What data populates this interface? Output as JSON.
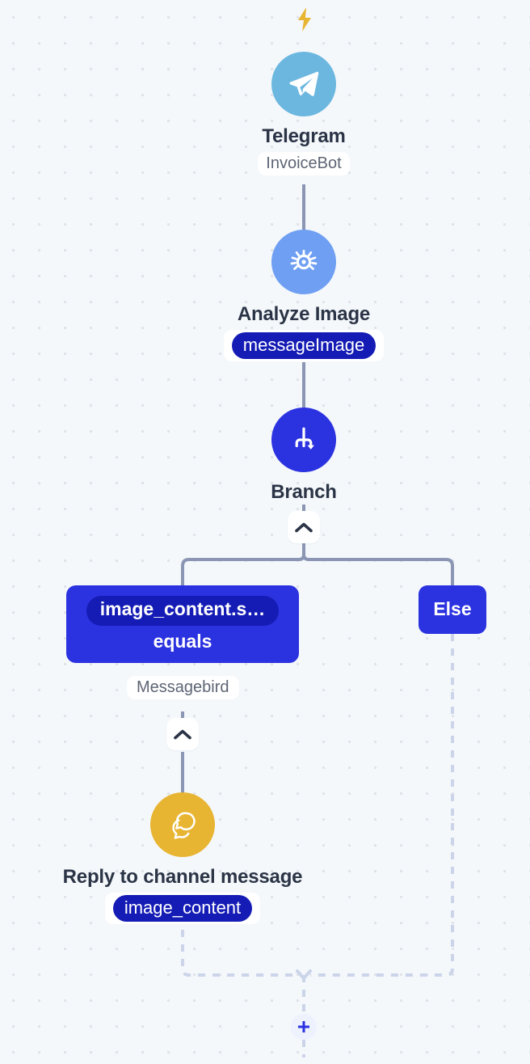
{
  "canvas": {
    "background_color": "#f4f8fb",
    "dot_color": "#dfe3e9"
  },
  "trigger": {
    "icon": "lightning-bolt-icon",
    "color": "#e8b533"
  },
  "nodes": [
    {
      "id": "telegram",
      "icon": "telegram-paper-plane-icon",
      "icon_bg": "#6cb7df",
      "title": "Telegram",
      "subtitle": "InvoiceBot",
      "subtitle_style": "plain"
    },
    {
      "id": "analyze-image",
      "icon": "eye-vision-icon",
      "icon_bg": "#6f9ff2",
      "title": "Analyze Image",
      "subtitle": "messageImage",
      "subtitle_style": "pill"
    },
    {
      "id": "branch",
      "icon": "branch-fork-icon",
      "icon_bg": "#2b32e0",
      "title": "Branch",
      "subtitle": "",
      "subtitle_style": "none"
    },
    {
      "id": "reply",
      "icon": "speech-bubbles-icon",
      "icon_bg": "#e8b533",
      "title": "Reply to channel message",
      "subtitle": "image_content",
      "subtitle_style": "pill"
    }
  ],
  "branch": {
    "condition": {
      "field": "image_content.s…",
      "operator": "equals",
      "sublabel": "Messagebird",
      "box_color": "#2b32e0",
      "pill_color": "#151cb5"
    },
    "else": {
      "label": "Else",
      "box_color": "#2b32e0"
    },
    "collapse_icon": "chevron-up-icon"
  },
  "branch_collapse": {
    "icon": "chevron-up-icon"
  },
  "condition_collapse": {
    "icon": "chevron-up-icon"
  },
  "add_step": {
    "icon": "plus-icon",
    "color": "#2b32e0"
  },
  "connectors": {
    "solid_color": "#8a96b4",
    "dashed_color": "#ccd4ea"
  }
}
